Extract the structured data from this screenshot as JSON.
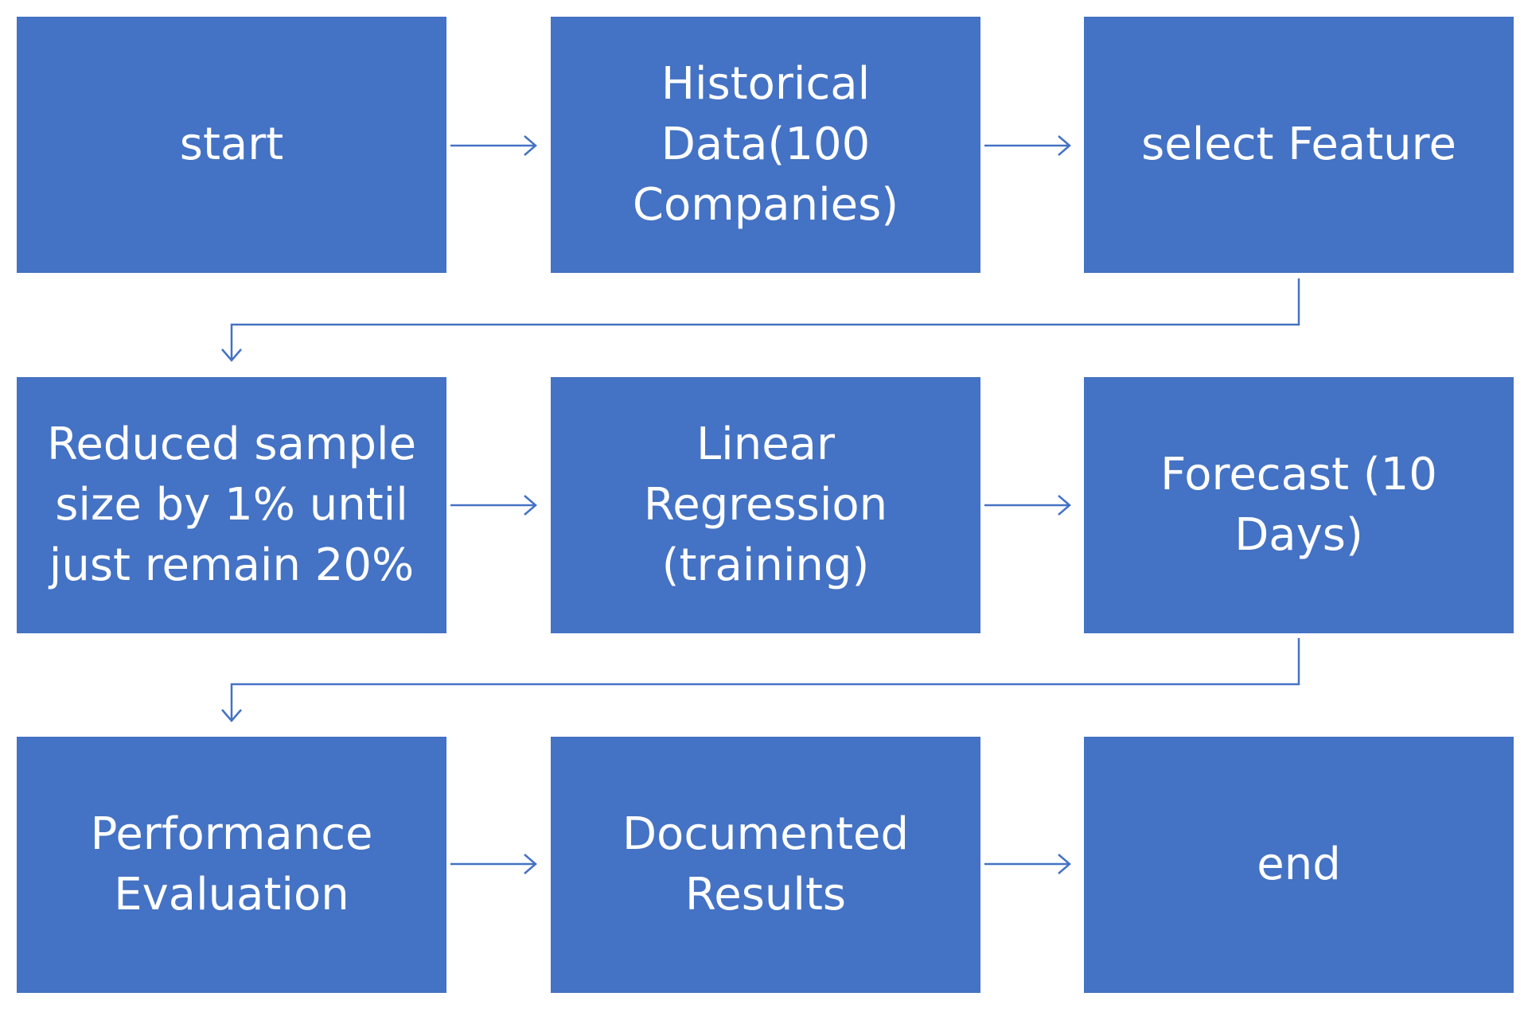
{
  "diagram": {
    "nodes": {
      "start": "start",
      "historical_data": "Historical\nData(100\nCompanies)",
      "select_feature": "select Feature",
      "reduced_sample": "Reduced sample\nsize by 1% until\njust remain 20%",
      "linear_regression": "Linear\nRegression\n(training)",
      "forecast": "Forecast (10\nDays)",
      "performance_evaluation": "Performance\nEvaluation",
      "documented_results": "Documented\nResults",
      "end": "end"
    },
    "colors": {
      "box_fill": "#4472C4",
      "box_text": "#ffffff",
      "connector": "#4472C4"
    }
  }
}
